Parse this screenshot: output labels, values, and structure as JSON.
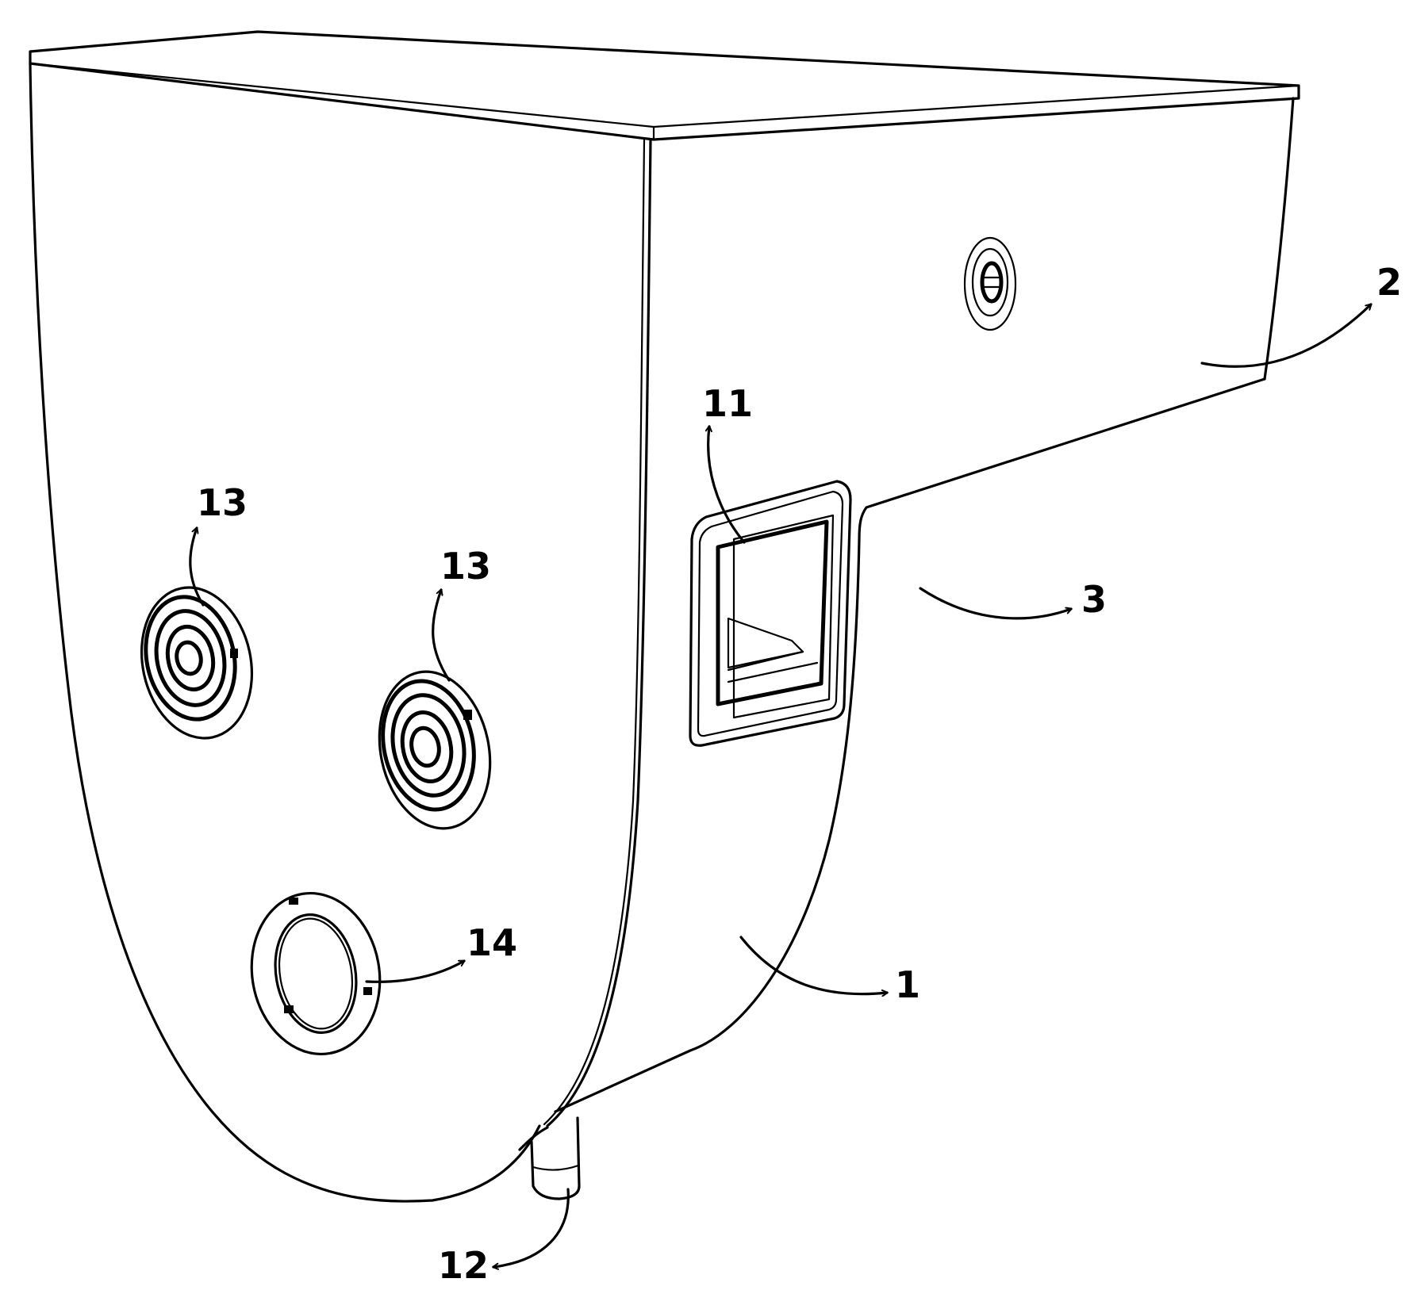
{
  "labels": {
    "housing_1": "1",
    "part_2": "2",
    "part_3": "3",
    "window_11": "11",
    "foot_12": "12",
    "port_13_left": "13",
    "port_13_right": "13",
    "port_14": "14"
  }
}
